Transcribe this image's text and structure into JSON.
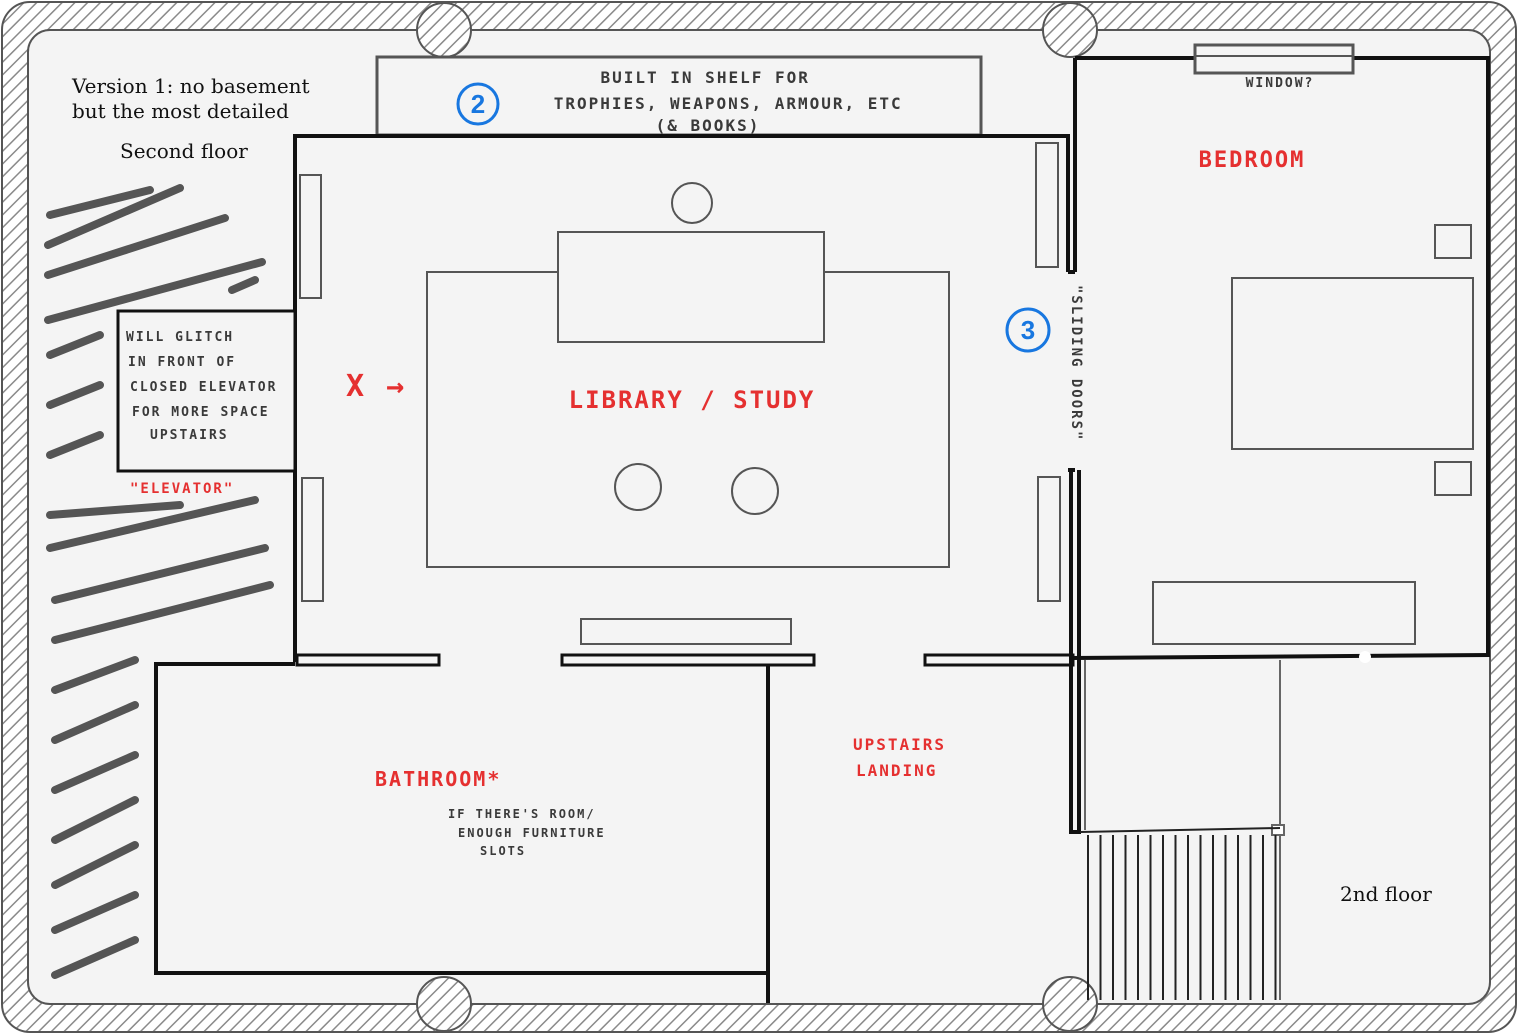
{
  "title_note": {
    "line1": "Version 1: no basement",
    "line2": "but the most detailed"
  },
  "floor_label": "Second floor",
  "corner_label": "2nd floor",
  "shelf": {
    "line1": "BUILT IN SHELF FOR",
    "line2": "TROPHIES, WEAPONS, ARMOUR, ETC",
    "line3": "(& BOOKS)",
    "marker": "2"
  },
  "window_label": "WINDOW?",
  "bedroom_label": "BEDROOM",
  "library_label": "LIBRARY / STUDY",
  "x_marker": "X →",
  "door_marker": "3",
  "sliding_doors_label": "\"SLIDING DOORS\"",
  "elevator": {
    "line1": "WILL GLITCH",
    "line2": "IN FRONT OF",
    "line3": "CLOSED ELEVATOR",
    "line4": "FOR MORE SPACE",
    "line5": "UPSTAIRS",
    "label": "\"ELEVATOR\""
  },
  "bathroom": {
    "label": "BATHROOM*",
    "note1": "IF THERE'S ROOM/",
    "note2": "ENOUGH FURNITURE",
    "note3": "SLOTS"
  },
  "landing": {
    "line1": "UPSTAIRS",
    "line2": "LANDING"
  },
  "colors": {
    "annotation_red": "#e53030",
    "marker_blue": "#1877e0",
    "wall": "#111111",
    "floor": "#f4f4f4",
    "hatch": "#8a8a8a"
  }
}
